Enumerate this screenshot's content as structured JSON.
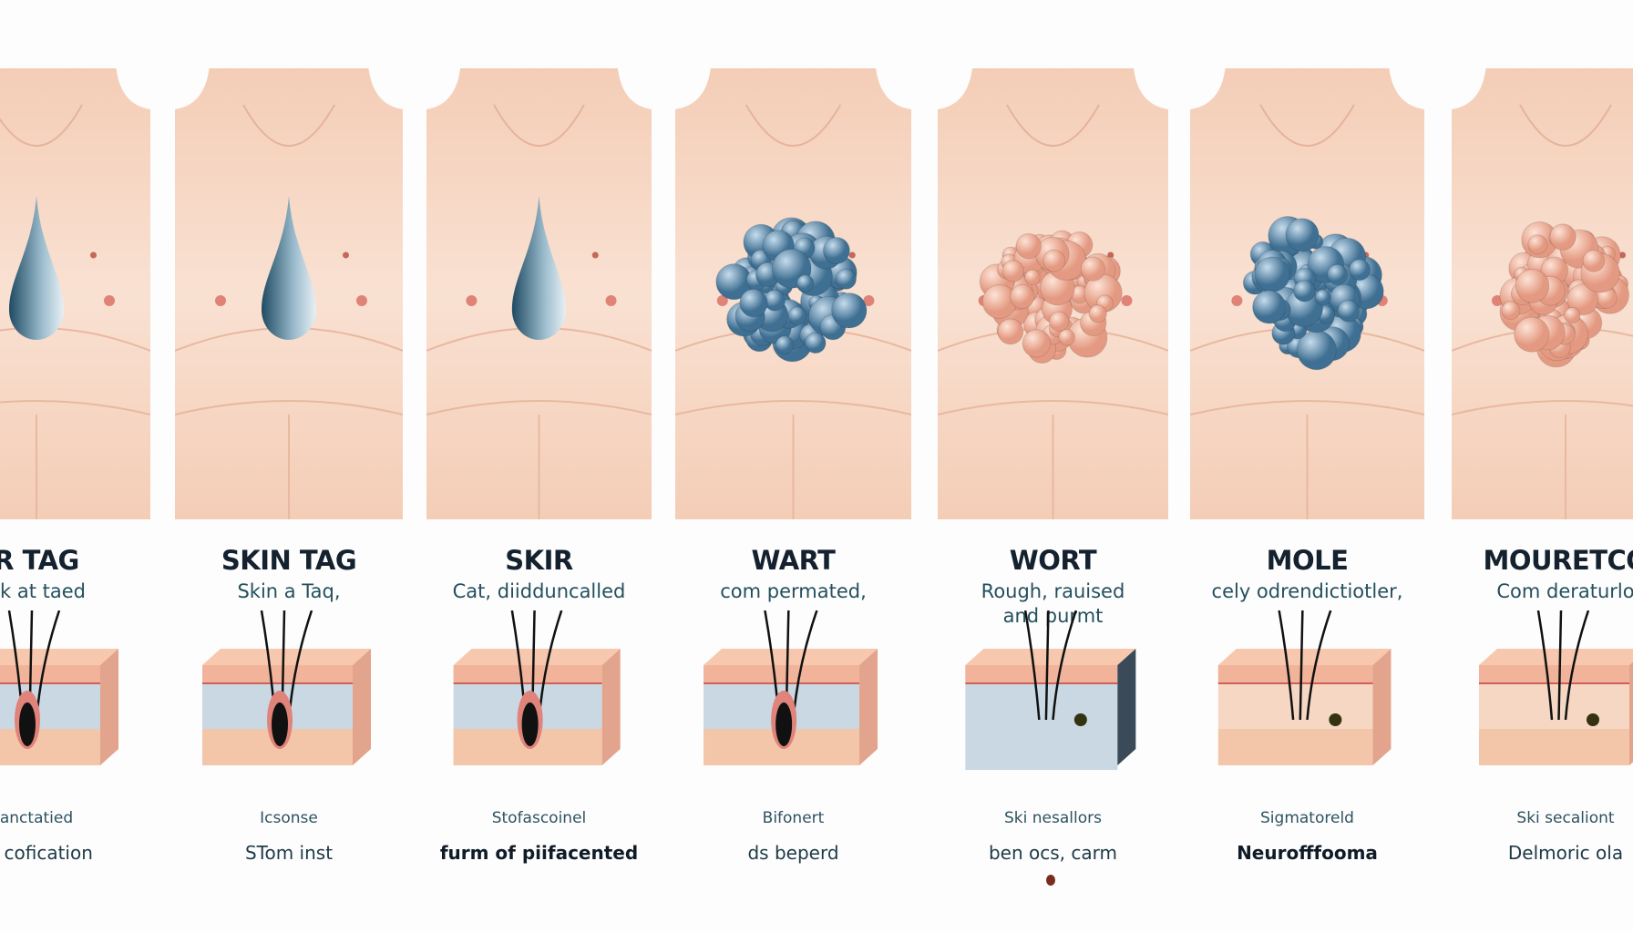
{
  "colors": {
    "skin": "#f4cdb6",
    "skin_light": "#f9e1d2",
    "text_dark": "#14212e",
    "text_teal": "#24505e",
    "skin_tag": "#4a7a93",
    "wart_blue": "#3f6f92",
    "wart_pink": "#f2b39c"
  },
  "columns": [
    {
      "title": "R TAG",
      "subtitle": "tik at taed",
      "caption1": "anctatied",
      "caption2": "ro cofication",
      "lesion": "skin-tag",
      "bold": false
    },
    {
      "title": "SKIN TAG",
      "subtitle": "Skin a Taq,",
      "caption1": "Icsonse",
      "caption2": "STom inst",
      "lesion": "skin-tag",
      "bold": false
    },
    {
      "title": "SKIR",
      "subtitle": "Cat, diidduncalled",
      "caption1": "Stofascoinel",
      "caption2": "furm of piifacented",
      "lesion": "skin-tag",
      "bold": true
    },
    {
      "title": "WART",
      "subtitle": "com permated,",
      "caption1": "Bifonert",
      "caption2": "ds beperd",
      "lesion": "blue-cluster",
      "bold": false
    },
    {
      "title": "WORT",
      "subtitle": "Rough, rauised\nand purmt",
      "caption1": "Ski nesallors",
      "caption2": "ben ocs, carm",
      "lesion": "pink-cluster",
      "bold": false
    },
    {
      "title": "MOLE",
      "subtitle": "cely odrendictiotler,",
      "caption1": "Sigmatoreld",
      "caption2": "Neurofffooma",
      "lesion": "blue-cluster",
      "bold": true
    },
    {
      "title": "MOURETCO",
      "subtitle": "Com deraturlo",
      "caption1": "Ski secaliont",
      "caption2": "Delmoric ola",
      "lesion": "pink-cluster",
      "bold": false
    }
  ]
}
